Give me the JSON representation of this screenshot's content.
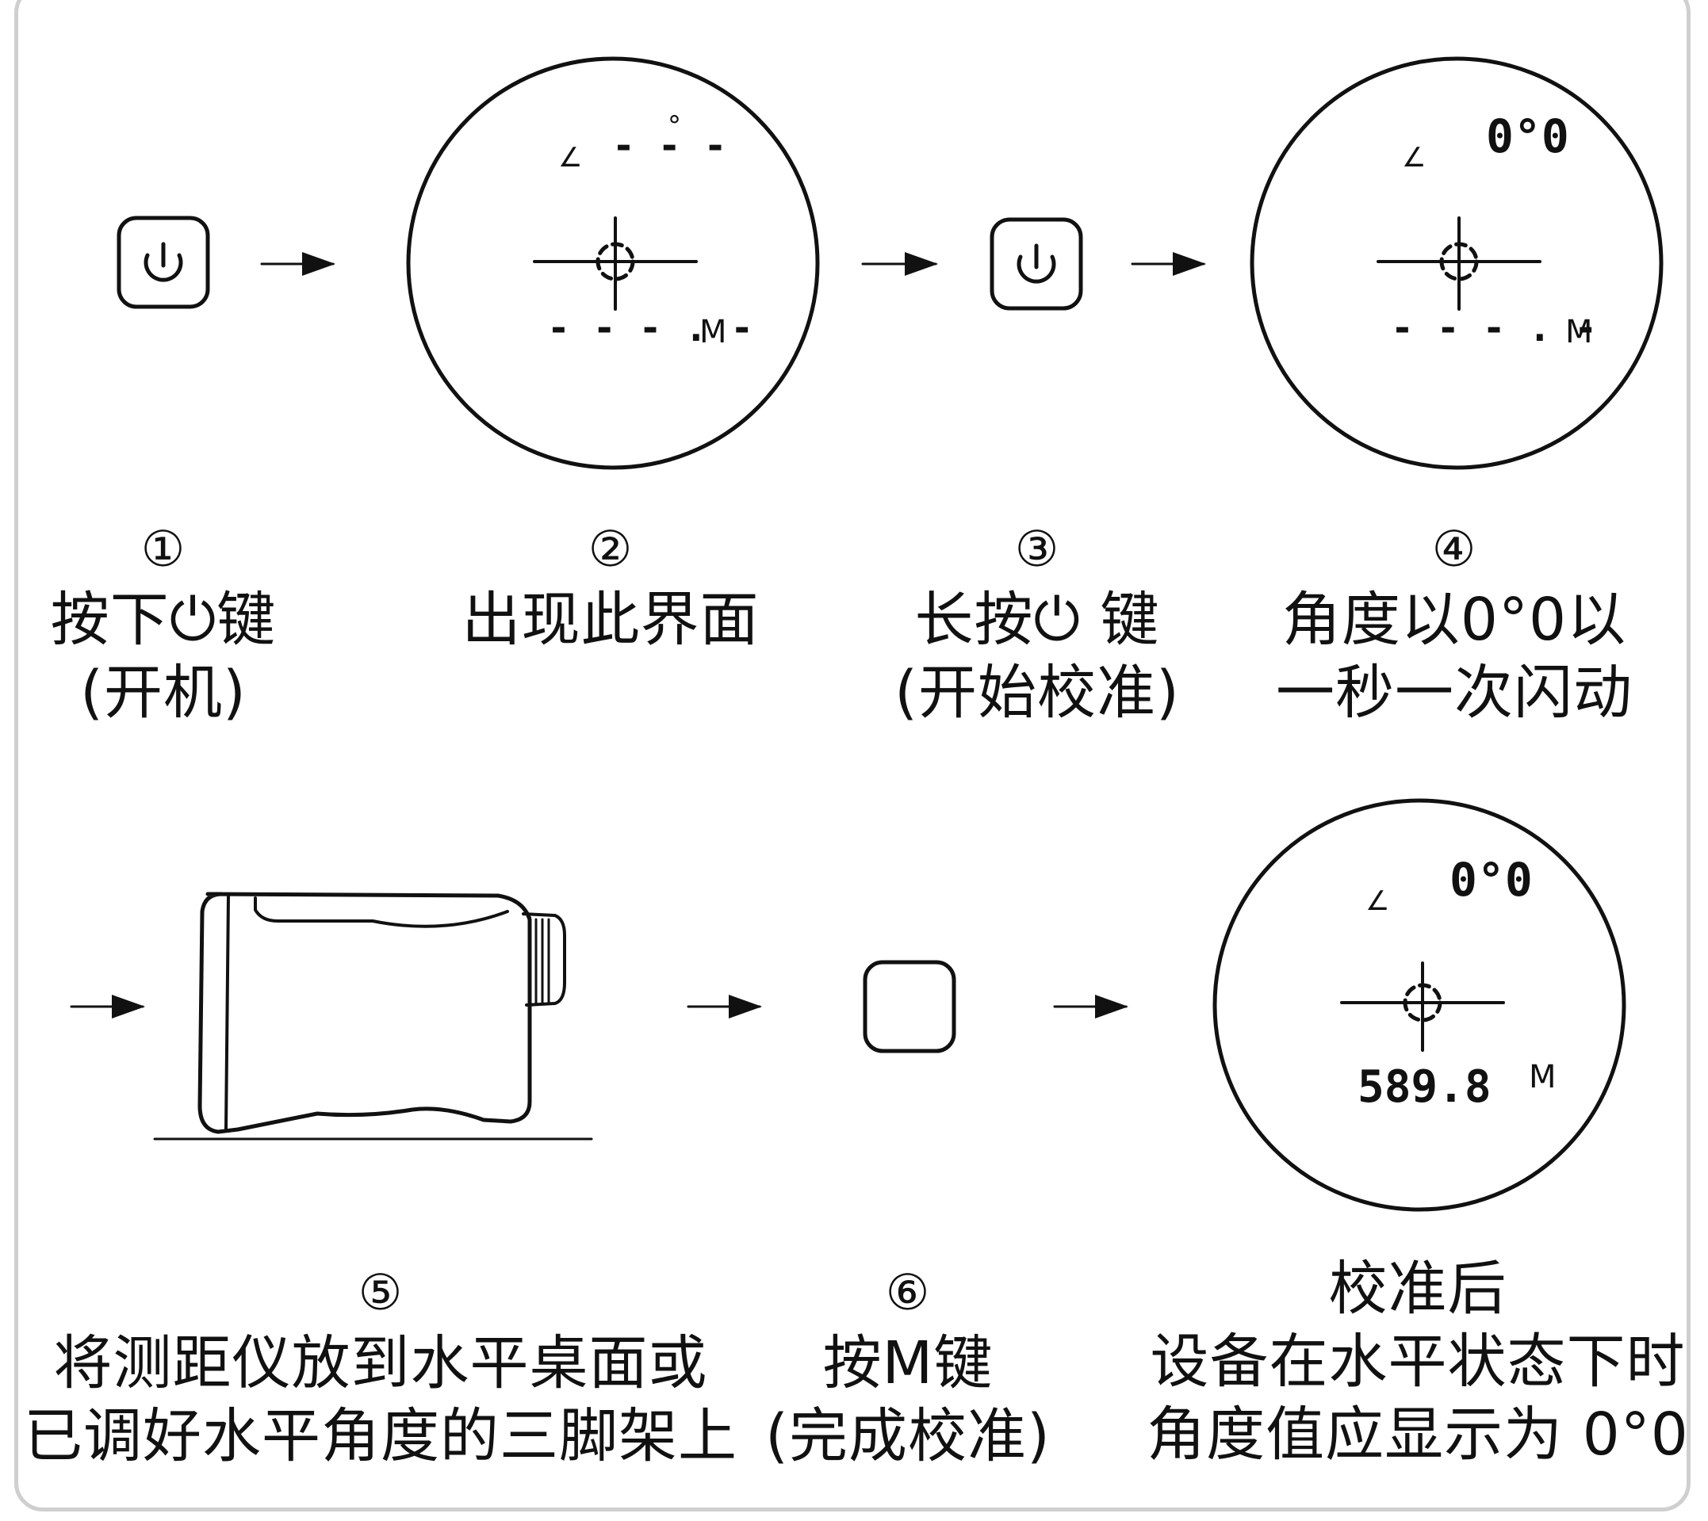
{
  "steps": [
    {
      "num": "①",
      "line1": "按下⏻键",
      "line2": "(开机)"
    },
    {
      "num": "②",
      "line1": "出现此界面",
      "line2": ""
    },
    {
      "num": "③",
      "line1": "长按⏻ 键",
      "line2": "(开始校准)"
    },
    {
      "num": "④",
      "line1": "角度以0°0以",
      "line2": "一秒一次闪动"
    },
    {
      "num": "⑤",
      "line1": "将测距仪放到水平桌面或",
      "line2": "已调好水平角度的三脚架上"
    },
    {
      "num": "⑥",
      "line1": "按M键",
      "line2": "(完成校准)"
    },
    {
      "num": "",
      "line1": "校准后",
      "line2": "设备在水平状态下时",
      "line3": "角度值应显示为 0°0"
    }
  ],
  "displays": {
    "screen2": {
      "angle_symbol": "∠",
      "angle": "- - -",
      "degree": "°",
      "distance": "- - - . -",
      "unit": "M"
    },
    "screen4": {
      "angle_symbol": "∠",
      "angle": "0°0",
      "distance": "- - - . -",
      "unit": "M"
    },
    "screen7": {
      "angle_symbol": "∠",
      "angle": "0°0",
      "distance": "589.8",
      "unit": "M"
    }
  }
}
